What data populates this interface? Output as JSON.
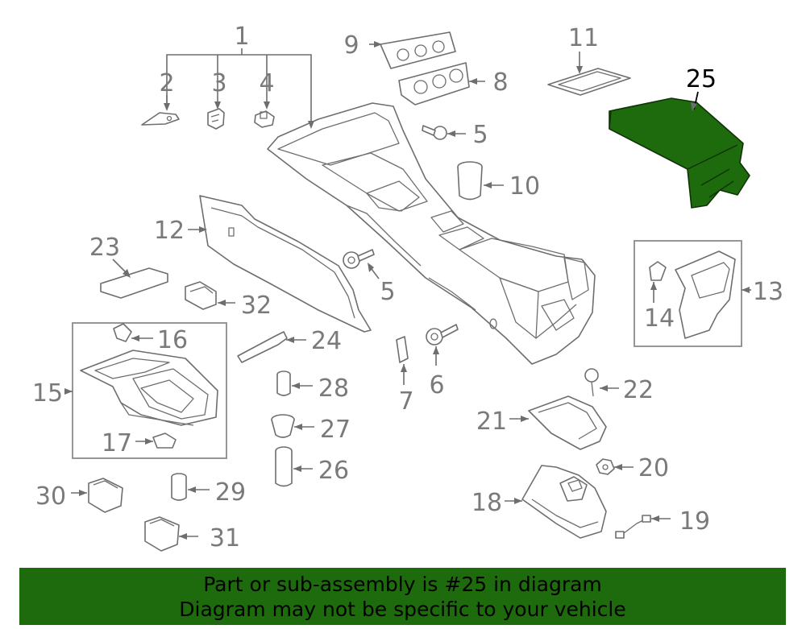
{
  "colors": {
    "highlight": "#1e6b0e",
    "line": "#6e6e6e",
    "label": "#7a7a7a",
    "banner_bg": "#1e6b0e"
  },
  "highlighted_part": "25",
  "callouts": [
    "1",
    "2",
    "3",
    "4",
    "5",
    "5",
    "6",
    "7",
    "8",
    "9",
    "10",
    "11",
    "12",
    "13",
    "14",
    "15",
    "16",
    "17",
    "18",
    "19",
    "20",
    "21",
    "22",
    "23",
    "24",
    "25",
    "26",
    "27",
    "28",
    "29",
    "30",
    "31",
    "32"
  ],
  "banner": {
    "line1": "Part or sub-assembly is #25 in diagram",
    "line2": "Diagram may not be specific to your vehicle"
  }
}
